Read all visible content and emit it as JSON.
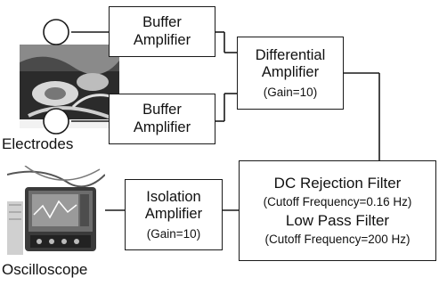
{
  "blocks": {
    "buffer1": {
      "line1": "Buffer",
      "line2": "Amplifier"
    },
    "buffer2": {
      "line1": "Buffer",
      "line2": "Amplifier"
    },
    "differential": {
      "line1": "Differential",
      "line2": "Amplifier",
      "gain": "(Gain=10)"
    },
    "dc_filter": {
      "line1": "DC Rejection Filter",
      "line2": "(Cutoff Frequency=0.16 Hz)",
      "line3": "Low Pass Filter",
      "line4": "(Cutoff Frequency=200 Hz)"
    },
    "isolation": {
      "line1": "Isolation",
      "line2": "Amplifier",
      "gain": "(Gain=10)"
    }
  },
  "labels": {
    "electrodes": "Electrodes",
    "oscilloscope": "Oscilloscope"
  },
  "photos": {
    "electrodes": {
      "icon": "electrodes-photo"
    },
    "oscilloscope": {
      "icon": "oscilloscope-photo"
    }
  }
}
